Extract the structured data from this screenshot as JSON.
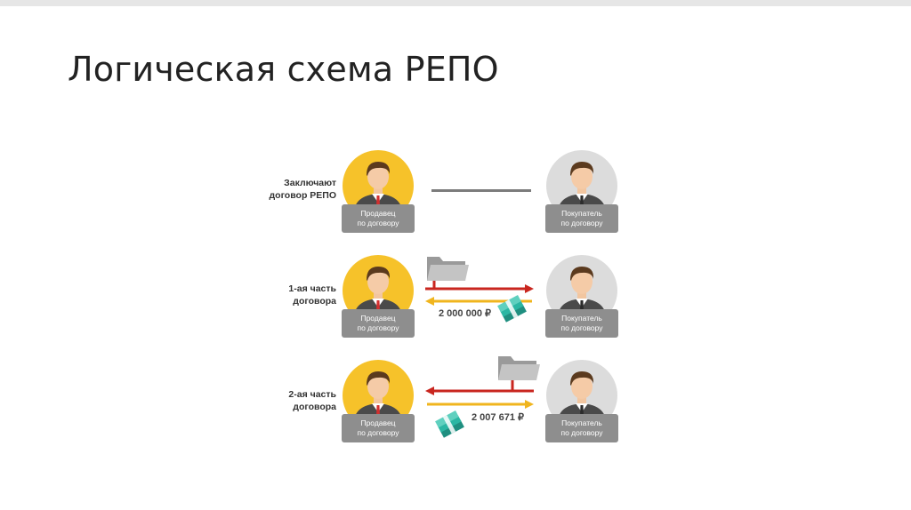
{
  "slide": {
    "title": "Логическая схема РЕПО"
  },
  "rows": [
    {
      "label_line1": "Заключают",
      "label_line2": "договор РЕПО",
      "seller": {
        "line1": "Продавец",
        "line2": "по договору"
      },
      "buyer": {
        "line1": "Покупатель",
        "line2": "по договору"
      }
    },
    {
      "label_line1": "1-ая часть",
      "label_line2": "договора",
      "seller": {
        "line1": "Продавец",
        "line2": "по договору"
      },
      "buyer": {
        "line1": "Покупатель",
        "line2": "по договору"
      },
      "amount": "2 000 000 ₽"
    },
    {
      "label_line1": "2-ая часть",
      "label_line2": "договора",
      "seller": {
        "line1": "Продавец",
        "line2": "по договору"
      },
      "buyer": {
        "line1": "Покупатель",
        "line2": "по договору"
      },
      "amount": "2 007 671 ₽"
    }
  ],
  "colors": {
    "seller_circle": "#f6c22a",
    "buyer_circle": "#dcdcdc",
    "securities_arrow": "#c9261f",
    "cash_arrow": "#f0b51e",
    "money_icon": "#2bb6a3"
  },
  "icons": {
    "folder": "folder-icon",
    "money": "money-stack-icon",
    "person": "businessman-icon"
  }
}
